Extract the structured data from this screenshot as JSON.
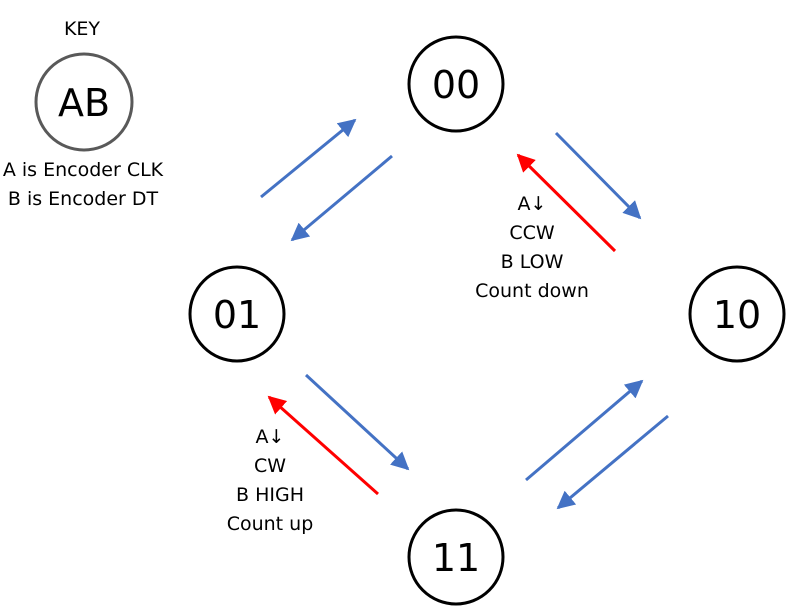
{
  "key": {
    "title": "KEY",
    "circle_label": "AB",
    "line1": "A is Encoder CLK",
    "line2": "B is Encoder DT"
  },
  "states": {
    "s00": "00",
    "s01": "01",
    "s10": "10",
    "s11": "11"
  },
  "annotations": {
    "ccw": {
      "line1": "A↓",
      "line2": "CCW",
      "line3": "B LOW",
      "line4": "Count down"
    },
    "cw": {
      "line1": "A↓",
      "line2": "CW",
      "line3": "B HIGH",
      "line4": "Count up"
    }
  },
  "colors": {
    "transition": "#4472c4",
    "highlight": "#ff0000",
    "key_circle": "#595959",
    "state_circle": "#000000"
  }
}
